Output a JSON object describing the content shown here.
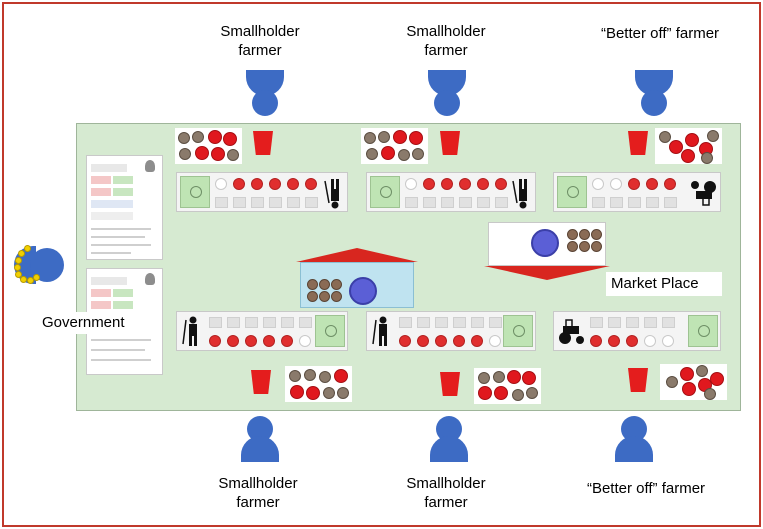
{
  "labels": {
    "top_left": [
      "Smallholder",
      "farmer"
    ],
    "top_middle": [
      "Smallholder",
      "farmer"
    ],
    "top_right": "“Better off” farmer",
    "bottom_left": [
      "Smallholder",
      "farmer"
    ],
    "bottom_middle": [
      "Smallholder",
      "farmer"
    ],
    "bottom_right": "“Better off” farmer",
    "government": "Government",
    "market_place": "Market Place"
  },
  "colors": {
    "frame": "#c0392b",
    "board": "#d6ead1",
    "person": "#3d6bc4",
    "coin_red": "#e0181e",
    "coin_brown": "#8a7a6b",
    "cup": "#e41d1d",
    "government_tokens": "#f2d000",
    "market_roof": "#d8261f"
  },
  "icons": {
    "player": "person-icon",
    "government": "government-person-icon",
    "cup": "red-cup-icon",
    "farmer": "farmer-with-tool-icon",
    "tractor": "tractor-icon",
    "market": "market-stall-icon"
  }
}
